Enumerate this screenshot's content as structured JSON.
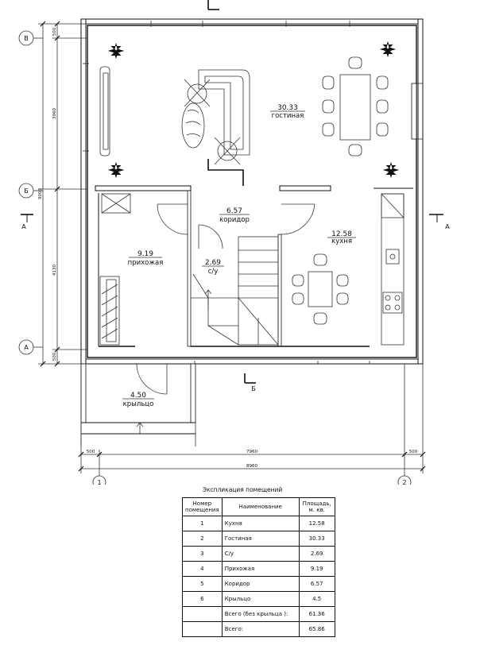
{
  "rooms": {
    "living": {
      "area": "30.33",
      "name": "гостиная"
    },
    "corridor": {
      "area": "6.57",
      "name": "коридор"
    },
    "kitchen": {
      "area": "12.58",
      "name": "кухня"
    },
    "hall": {
      "area": "9.19",
      "name": "прихожая"
    },
    "bath": {
      "area": "2.69",
      "name": "с/у"
    },
    "porch": {
      "area": "4.50",
      "name": "крыльцо"
    }
  },
  "axes": {
    "v": "В",
    "b": "Б",
    "a": "А",
    "one": "1",
    "two": "2"
  },
  "section_marks": {
    "a_left": "А",
    "a_right": "А",
    "b_bottom": "Б"
  },
  "dims": {
    "left_top": "500",
    "left_upper": "3960",
    "left_mid": "9000",
    "left_lower": "4130",
    "left_bottom": "500",
    "bottom_left": "500",
    "bottom_mid": "7960",
    "bottom_right": "500",
    "bottom_total": "8960"
  },
  "schedule": {
    "title": "Экспликация помещений",
    "headers": [
      "Номер помещения",
      "Наименование",
      "Площадь, м. кв."
    ],
    "rows": [
      {
        "num": "1",
        "name": "Кухня",
        "area": "12.58"
      },
      {
        "num": "2",
        "name": "Гостиная",
        "area": "30.33"
      },
      {
        "num": "3",
        "name": "С/у",
        "area": "2.69"
      },
      {
        "num": "4",
        "name": "Прихожая",
        "area": "9.19"
      },
      {
        "num": "5",
        "name": "Коридор",
        "area": "6.57"
      },
      {
        "num": "6",
        "name": "Крыльцо",
        "area": "4.5"
      }
    ],
    "total_no_porch_label": "Всего (без крыльца ):",
    "total_no_porch_value": "61.36",
    "total_label": "Всего:",
    "total_value": "65.86"
  }
}
